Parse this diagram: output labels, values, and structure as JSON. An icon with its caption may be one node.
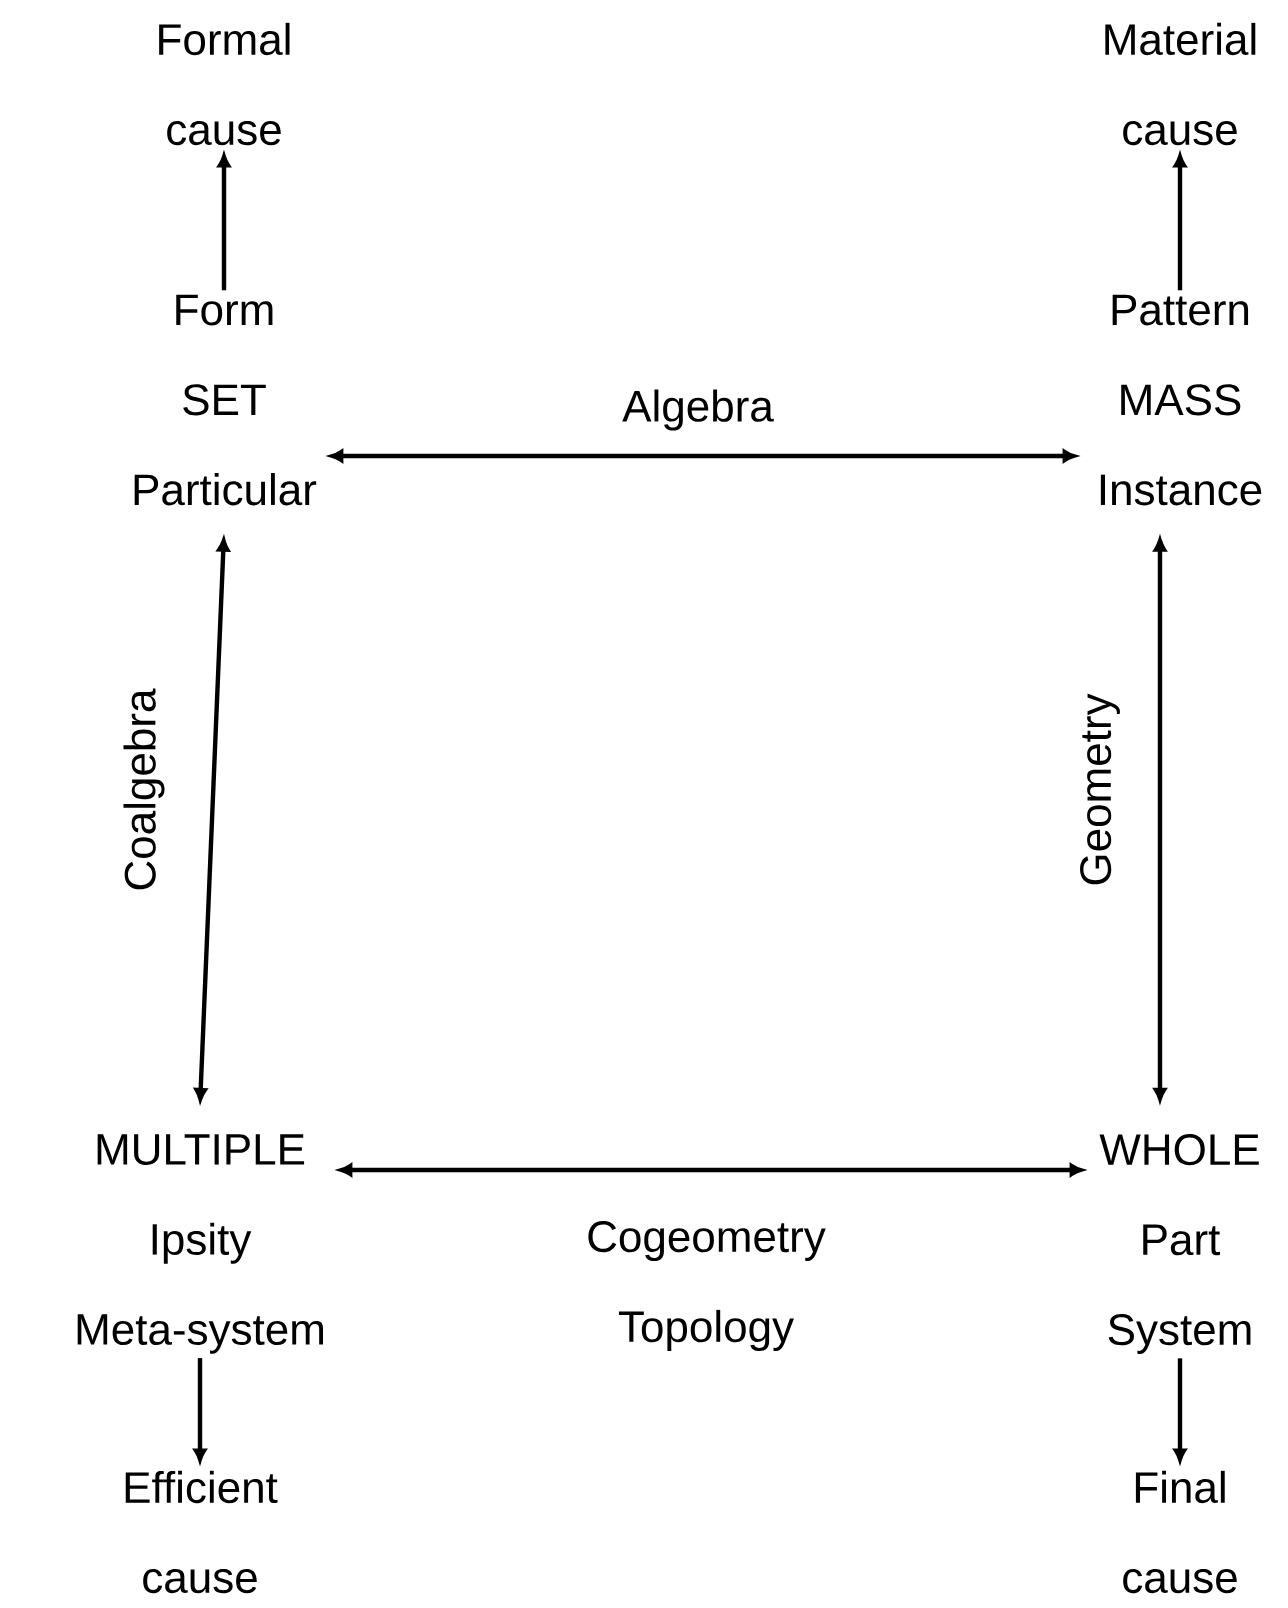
{
  "diagram": {
    "nodes": [
      {
        "text": [
          "Formal cause"
        ]
      },
      {
        "text": [
          "Form SET Particular"
        ]
      },
      {
        "text": [
          "Material cause"
        ]
      },
      {
        "text": [
          "Pattern MASS Instance"
        ]
      },
      {
        "text": [
          "MULTIPLE Ipsity Meta-system"
        ]
      },
      {
        "text": [
          "Efficient cause"
        ]
      },
      {
        "text": [
          "WHOLE Part System"
        ]
      },
      {
        "text": [
          "Final cause"
        ]
      }
    ],
    "edges": [
      {
        "from": 1,
        "to": 0,
        "arrow": "to"
      },
      {
        "from": 3,
        "to": 2,
        "arrow": "to"
      },
      {
        "from": 1,
        "to": 3,
        "arrow": "both",
        "label": "Algebra"
      },
      {
        "from": 1,
        "to": 4,
        "arrow": "both",
        "label": "Coalgebra"
      },
      {
        "from": 3,
        "to": 6,
        "arrow": "both",
        "label": "Geometry"
      },
      {
        "from": 4,
        "to": 6,
        "arrow": "both",
        "label": "Cogeometry Topology"
      },
      {
        "from": 4,
        "to": 5,
        "arrow": "to"
      },
      {
        "from": 6,
        "to": 7,
        "arrow": "to"
      }
    ]
  }
}
